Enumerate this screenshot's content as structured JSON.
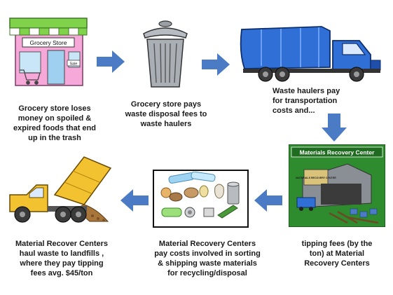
{
  "steps": [
    {
      "id": "grocery",
      "caption": [
        "Grocery store loses",
        "money on spoiled &",
        "expired foods that end",
        "up in the trash"
      ],
      "sign": "Grocery Store",
      "door_sign": "Sale"
    },
    {
      "id": "trash-can",
      "caption": [
        "Grocery store pays",
        "waste disposal  fees to",
        "waste haulers"
      ]
    },
    {
      "id": "garbage-truck",
      "caption": [
        "Waste haulers pay",
        "for transportation",
        "costs and..."
      ]
    },
    {
      "id": "mrc",
      "caption": [
        "tipping fees (by the",
        "ton) at Material",
        "Recovery Centers"
      ],
      "banner": "Materials Recovery Center",
      "building_sign": "MATERIALS RECOVERY CENTER"
    },
    {
      "id": "sorting",
      "caption": [
        "Material Recovery Centers",
        "pay costs involved in sorting",
        "& shipping  waste materials",
        "for recycling/disposal"
      ]
    },
    {
      "id": "dump-truck",
      "caption": [
        "Material Recover Centers",
        "haul waste to landfills ,",
        "where they pay tipping",
        "fees avg. $45/ton"
      ]
    }
  ],
  "colors": {
    "arrow": "#4a7bc4",
    "truck_blue": "#2f6fd6",
    "dump_yellow": "#f2c230",
    "awning_green": "#7fd24a",
    "store_pink": "#f6a8d8",
    "mrc_green": "#2e8b2e"
  }
}
